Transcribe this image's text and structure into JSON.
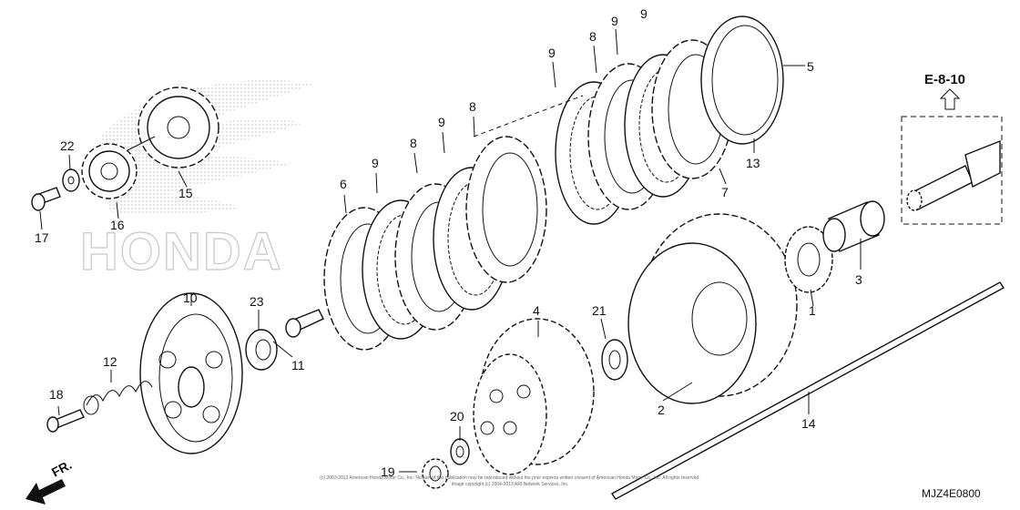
{
  "watermark": {
    "brand_text": "HONDA"
  },
  "reference": {
    "label": "E-8-10"
  },
  "direction": {
    "label": "FR."
  },
  "diagram_code": "MJZ4E0800",
  "copyright_line1": "(c) 2003-2013 American Honda Motor Co., Inc. No part of this publication may be reproduced without the prior express written consent of American Honda Motor Co., Inc. All rights reserved.",
  "copyright_line2": "Image copyright (c) 2004-2013 ARI Network Services, Inc.",
  "callouts": {
    "c1": "1",
    "c2": "2",
    "c3": "3",
    "c4": "4",
    "c5": "5",
    "c6": "6",
    "c7": "7",
    "c8a": "8",
    "c8b": "8",
    "c8c": "8",
    "c9a": "9",
    "c9b": "9",
    "c9c": "9",
    "c9d": "9",
    "c9e": "9",
    "c10": "10",
    "c11": "11",
    "c12": "12",
    "c13": "13",
    "c14": "14",
    "c15": "15",
    "c16": "16",
    "c17": "17",
    "c18": "18",
    "c19": "19",
    "c20": "20",
    "c21": "21",
    "c22": "22",
    "c23": "23"
  }
}
